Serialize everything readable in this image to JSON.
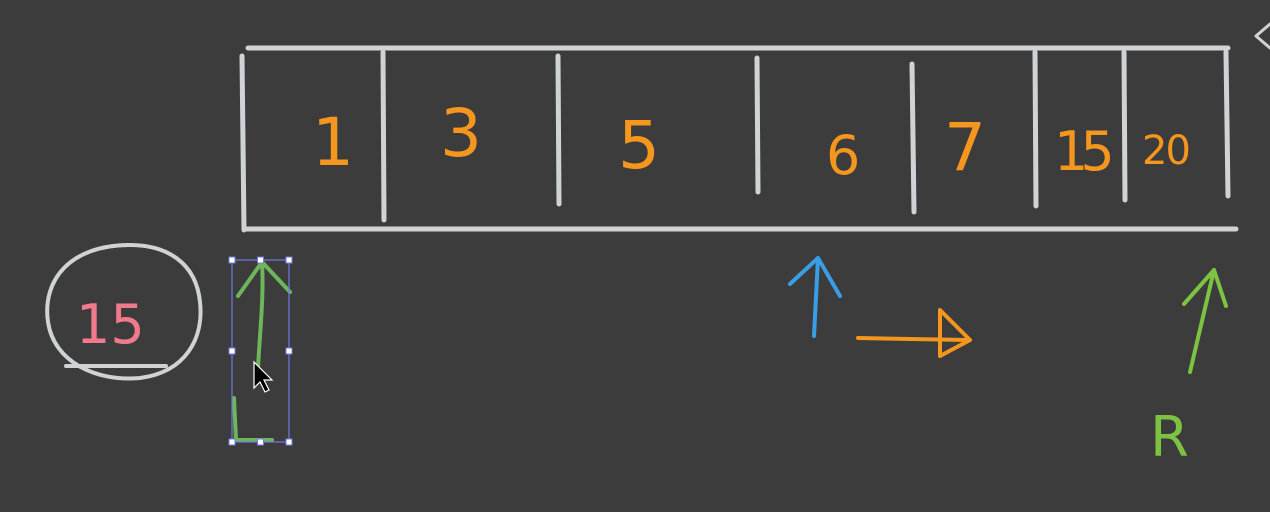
{
  "colors": {
    "background": "#3c3c3c",
    "board_lines": "#cfd3d6",
    "value_ink": "#f5961e",
    "target_ink": "#f07a8c",
    "left_pointer_ink": "#6db65a",
    "mid_pointer_ink": "#3a9ee6",
    "right_pointer_ink": "#7ec242",
    "selection": "#6f78e6"
  },
  "array": {
    "cells": [
      "1",
      "3",
      "5",
      "6",
      "7",
      "15",
      "20"
    ]
  },
  "target": {
    "value": "15"
  },
  "pointers": {
    "left": {
      "label": "L"
    },
    "mid": {
      "label": ""
    },
    "right": {
      "label": "R"
    }
  },
  "icons": {
    "cursor": "mouse-pointer-icon",
    "move_arrow": "right-arrow-icon"
  }
}
